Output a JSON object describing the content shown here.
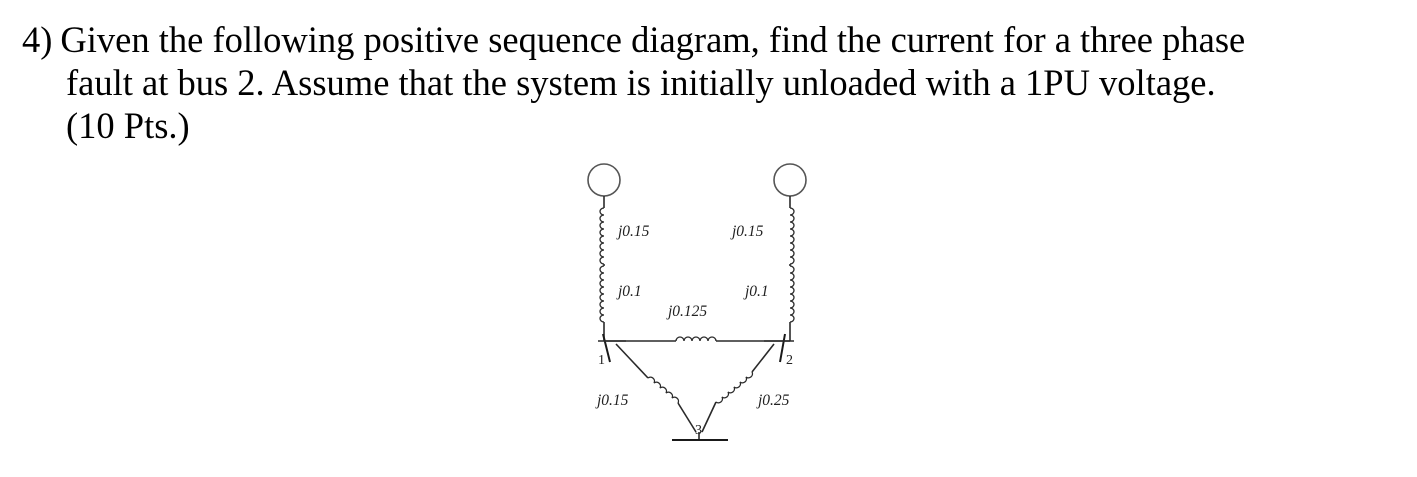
{
  "question": {
    "number": "4)",
    "line1": "Given the following positive sequence diagram, find the current for a three phase",
    "line2": "fault at bus 2.  Assume that the system is initially unloaded with a 1PU voltage.",
    "line3": "(10 Pts.)"
  },
  "diagram": {
    "generators": [
      {
        "id": "gen-left",
        "reactance": "j0.15",
        "transformer": "j0.1"
      },
      {
        "id": "gen-right",
        "reactance": "j0.15",
        "transformer": "j0.1"
      }
    ],
    "buses": [
      {
        "id": "1",
        "label": "1"
      },
      {
        "id": "2",
        "label": "2"
      },
      {
        "id": "3",
        "label": "3"
      }
    ],
    "lines": [
      {
        "from": "1",
        "to": "2",
        "reactance": "j0.125"
      },
      {
        "from": "1",
        "to": "3",
        "reactance": "j0.15"
      },
      {
        "from": "2",
        "to": "3",
        "reactance": "j0.25"
      }
    ]
  }
}
